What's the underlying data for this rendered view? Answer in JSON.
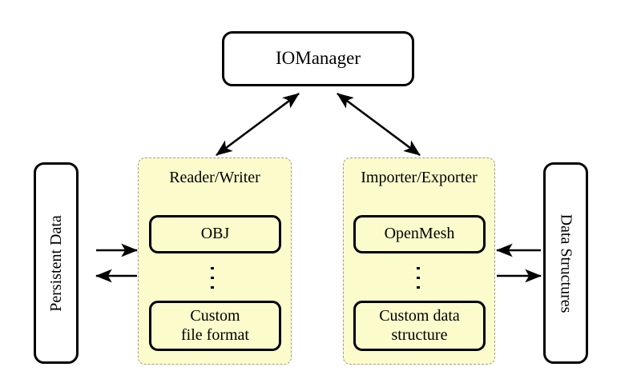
{
  "diagram": {
    "title_node": {
      "label": "IOManager"
    },
    "left_endpoint": {
      "label": "Persistent Data"
    },
    "right_endpoint": {
      "label": "Data Structures"
    },
    "groups": [
      {
        "title": "Reader/Writer",
        "items": [
          {
            "label": "OBJ"
          },
          {
            "label": "Custom\nfile format",
            "line1": "Custom",
            "line2": "file format"
          }
        ],
        "ellipsis": "⋮"
      },
      {
        "title": "Importer/Exporter",
        "items": [
          {
            "label": "OpenMesh"
          },
          {
            "label": "Custom data\nstructure",
            "line1": "Custom data",
            "line2": "structure"
          }
        ],
        "ellipsis": "⋮"
      }
    ],
    "connections": [
      {
        "name": "manager-to-reader-writer",
        "type": "double-arrow"
      },
      {
        "name": "manager-to-importer-exporter",
        "type": "double-arrow"
      },
      {
        "name": "persistent-data-to-reader-writer",
        "type": "arrow-right"
      },
      {
        "name": "reader-writer-to-persistent-data",
        "type": "arrow-left"
      },
      {
        "name": "data-structures-to-importer-exporter",
        "type": "arrow-left"
      },
      {
        "name": "importer-exporter-to-data-structures",
        "type": "arrow-right"
      }
    ],
    "colors": {
      "panel_fill": "#fcfbcc",
      "panel_border": "#9d9d8e",
      "node_border": "#000000",
      "node_fill": "#ffffff",
      "background": "#ffffff"
    }
  }
}
